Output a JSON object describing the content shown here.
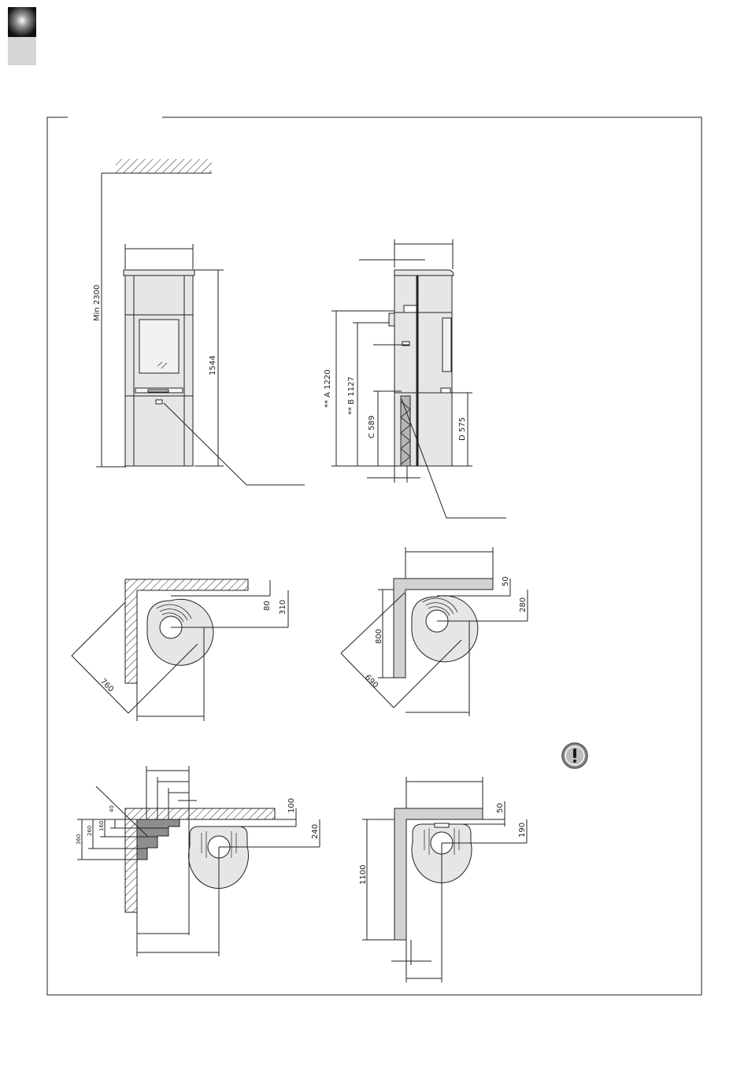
{
  "colors": {
    "line": "#222222",
    "stove_fill": "#e6e6e6",
    "wall_fill": "#d2d2d2",
    "tab_dark": "#1a1a1a",
    "tab_light": "#d6d6d6"
  },
  "icons": {
    "caution": "exclamation-circle-icon",
    "tab": "section-tab-icon"
  },
  "front_view": {
    "min_height_label": "Min 2300",
    "height_label": "1544"
  },
  "side_view": {
    "a_label": "** A 1220",
    "b_label": "** B 1127",
    "c_label": "C 589",
    "d_label": "D 575"
  },
  "corner_hatched": {
    "dim_80": "80",
    "dim_310": "310",
    "dim_760": "760"
  },
  "corner_wall": {
    "dim_50": "50",
    "dim_280": "280",
    "dim_800": "800",
    "dim_690": "690"
  },
  "rear_steps": {
    "dim_100": "100",
    "dim_240": "240",
    "dim_40": "40",
    "dim_160": "160",
    "dim_260": "260",
    "dim_360": "360"
  },
  "rear_wall": {
    "dim_50": "50",
    "dim_190": "190",
    "dim_1100": "1100"
  }
}
